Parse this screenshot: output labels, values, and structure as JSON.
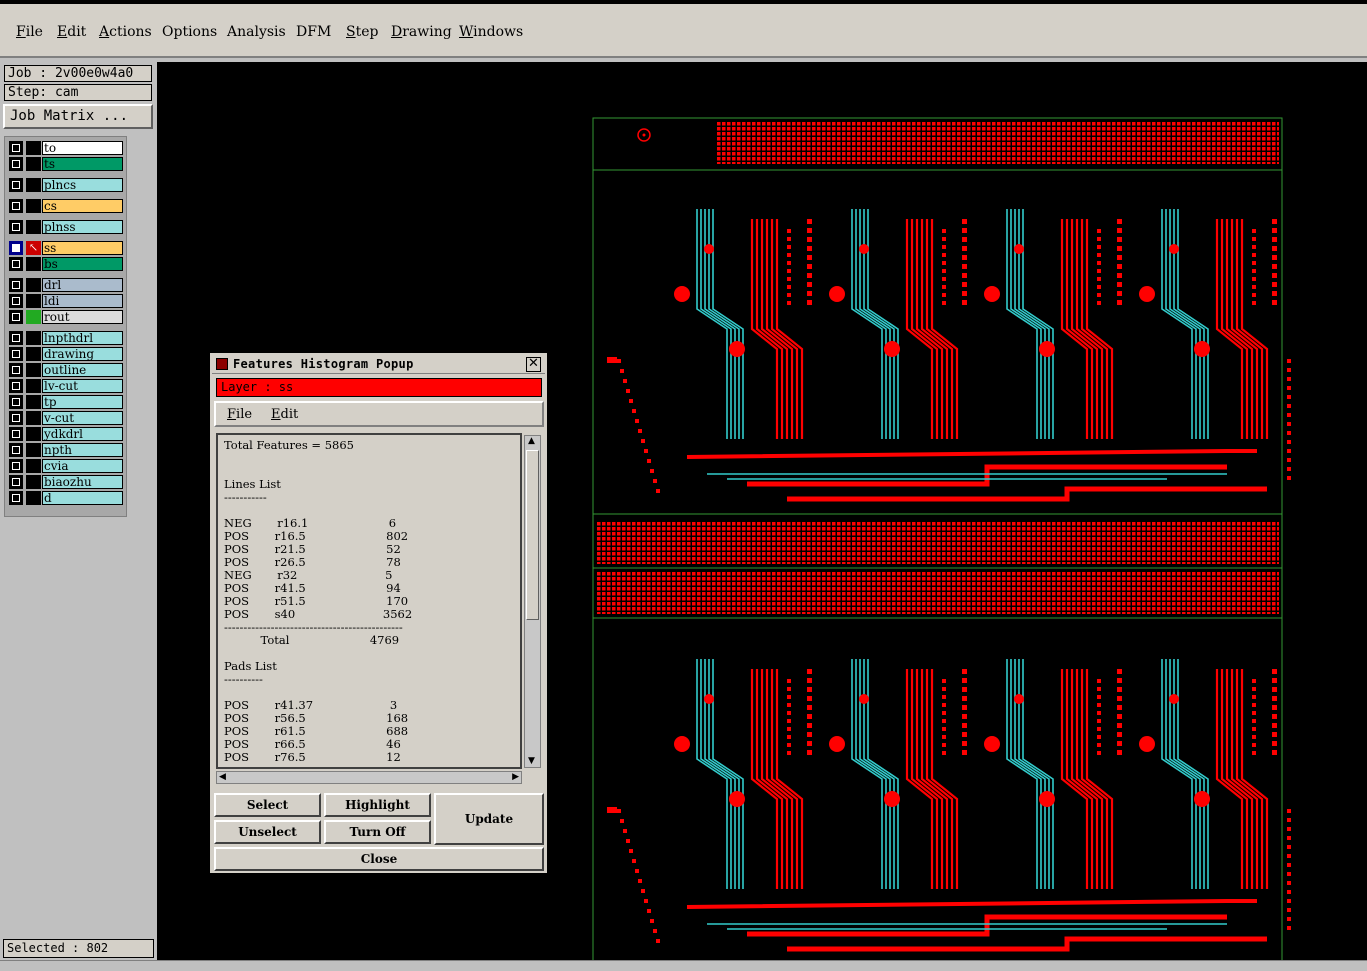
{
  "menubar": {
    "items": [
      {
        "label": "File",
        "u": "F",
        "rest": "ile"
      },
      {
        "label": "Edit",
        "u": "E",
        "rest": "dit"
      },
      {
        "label": "Actions",
        "u": "A",
        "rest": "ctions"
      },
      {
        "label": "Options",
        "u": "",
        "rest": "Options"
      },
      {
        "label": "Analysis",
        "u": "",
        "rest": "Analysis"
      },
      {
        "label": "DFM",
        "u": "",
        "rest": "DFM"
      },
      {
        "label": "Step",
        "u": "S",
        "rest": "tep"
      },
      {
        "label": "Drawing",
        "u": "D",
        "rest": "rawing"
      },
      {
        "label": "Windows",
        "u": "W",
        "rest": "indows"
      }
    ]
  },
  "left": {
    "job": "Job : 2v00e0w4a0",
    "step": "Step: cam",
    "job_matrix": "Job Matrix ...",
    "selected": "Selected : 802"
  },
  "layers": [
    {
      "name": "to",
      "color": "#ffffff"
    },
    {
      "name": "ts",
      "color": "#009966"
    },
    {
      "name": "plncs",
      "color": "#99dddd"
    },
    {
      "name": "cs",
      "color": "#ffcc66"
    },
    {
      "name": "plnss",
      "color": "#99dddd"
    },
    {
      "name": "ss",
      "color": "#ffcc66"
    },
    {
      "name": "bs",
      "color": "#009966"
    },
    {
      "name": "drl",
      "color": "#aabbcc"
    },
    {
      "name": "ldi",
      "color": "#aabbcc"
    },
    {
      "name": "rout",
      "color": "#dddddd"
    },
    {
      "name": "lnpthdrl",
      "color": "#99dddd"
    },
    {
      "name": "drawing",
      "color": "#99dddd"
    },
    {
      "name": "outline",
      "color": "#99dddd"
    },
    {
      "name": "lv-cut",
      "color": "#99dddd"
    },
    {
      "name": "tp",
      "color": "#99dddd"
    },
    {
      "name": "v-cut",
      "color": "#99dddd"
    },
    {
      "name": "ydkdrl",
      "color": "#99dddd"
    },
    {
      "name": "npth",
      "color": "#99dddd"
    },
    {
      "name": "cvia",
      "color": "#99dddd"
    },
    {
      "name": "biaozhu",
      "color": "#99dddd"
    },
    {
      "name": "d",
      "color": "#99dddd"
    }
  ],
  "popup": {
    "title": "Features Histogram Popup",
    "layer_label": "Layer :  ss",
    "menu_file": "File",
    "menu_edit": "Edit",
    "total_features": "Total Features = 5865",
    "lines_heading": "Lines List",
    "lines": [
      {
        "pol": "NEG",
        "sym": "r16.1",
        "count": "6"
      },
      {
        "pol": "POS",
        "sym": "r16.5",
        "count": "802"
      },
      {
        "pol": "POS",
        "sym": "r21.5",
        "count": "52"
      },
      {
        "pol": "POS",
        "sym": "r26.5",
        "count": "78"
      },
      {
        "pol": "NEG",
        "sym": "r32",
        "count": "5"
      },
      {
        "pol": "POS",
        "sym": "r41.5",
        "count": "94"
      },
      {
        "pol": "POS",
        "sym": "r51.5",
        "count": "170"
      },
      {
        "pol": "POS",
        "sym": "s40",
        "count": "3562"
      }
    ],
    "lines_total_label": "Total",
    "lines_total": "4769",
    "pads_heading": "Pads List",
    "pads": [
      {
        "pol": "POS",
        "sym": "r41.37",
        "count": "3"
      },
      {
        "pol": "POS",
        "sym": "r56.5",
        "count": "168"
      },
      {
        "pol": "POS",
        "sym": "r61.5",
        "count": "688"
      },
      {
        "pol": "POS",
        "sym": "r66.5",
        "count": "46"
      },
      {
        "pol": "POS",
        "sym": "r76.5",
        "count": "12"
      }
    ],
    "buttons": {
      "select": "Select",
      "highlight": "Highlight",
      "update": "Update",
      "unselect": "Unselect",
      "turn_off": "Turn Off",
      "close": "Close"
    }
  },
  "colors": {
    "canvas_bg": "#000000",
    "trace_red": "#ff0000",
    "trace_cyan": "#33cccc",
    "outline_green": "#339933"
  }
}
